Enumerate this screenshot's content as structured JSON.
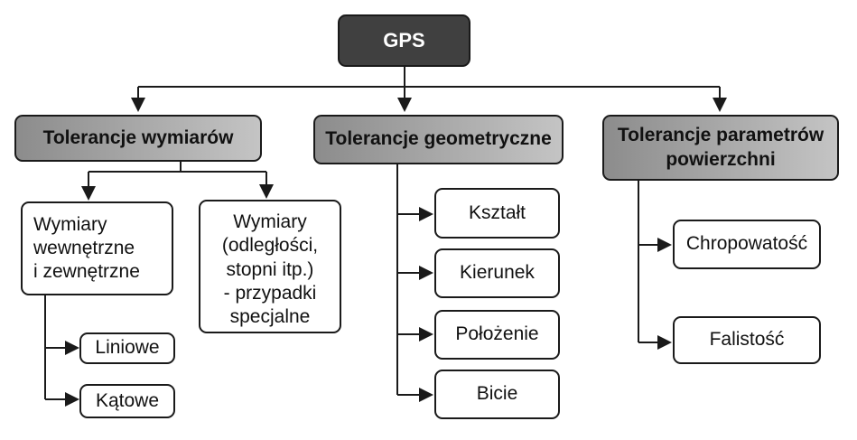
{
  "colors": {
    "root_fill": "#404040",
    "category_fill": "#a9a9a9",
    "leaf_fill": "#ffffff",
    "line": "#1a1a1a"
  },
  "root": {
    "label": "GPS"
  },
  "categories": {
    "dimensions": {
      "label": "Tolerancje wymiarów"
    },
    "geometric": {
      "label": "Tolerancje geometryczne"
    },
    "surface": {
      "lines": [
        "Tolerancje parametrów",
        "powierzchni"
      ]
    }
  },
  "dimensions": {
    "internal_external": {
      "lines": [
        "Wymiary",
        "wewnętrzne",
        "i zewnętrzne"
      ]
    },
    "distances": {
      "lines": [
        "Wymiary",
        "(odległości,",
        "stopni itp.)",
        "- przypadki",
        "specjalne"
      ]
    },
    "linear": {
      "label": "Liniowe"
    },
    "angular": {
      "label": "Kątowe"
    }
  },
  "geometric": {
    "shape": {
      "label": "Kształt"
    },
    "direction": {
      "label": "Kierunek"
    },
    "position": {
      "label": "Położenie"
    },
    "runout": {
      "label": "Bicie"
    }
  },
  "surface": {
    "roughness": {
      "label": "Chropowatość"
    },
    "waviness": {
      "label": "Falistość"
    }
  }
}
